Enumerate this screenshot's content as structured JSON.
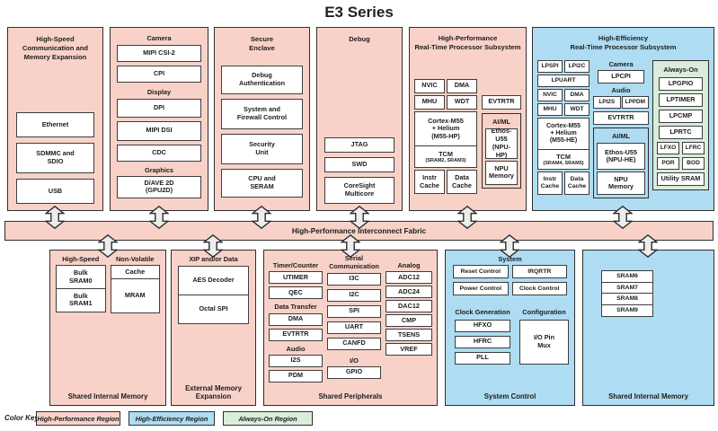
{
  "title": "E3 Series",
  "fabric": {
    "label": "High-Performance Interconnect Fabric"
  },
  "colors": {
    "high_performance": "#f8d2c8",
    "high_efficiency": "#aedcf2",
    "always_on": "#d9edda"
  },
  "top": {
    "hscomm": {
      "title": "High-Speed\nCommunication and\nMemory Expansion",
      "boxes": [
        "Ethernet",
        "SDMMC and\nSDIO",
        "USB"
      ]
    },
    "multimedia": {
      "camera_h": "Camera",
      "camera_boxes": [
        "MIPI CSI-2",
        "CPI"
      ],
      "display_h": "Display",
      "display_boxes": [
        "DPI",
        "MIPI DSI",
        "CDC"
      ],
      "graphics_h": "Graphics",
      "graphics_boxes": [
        "D/AVE 2D\n(GPU2D)"
      ]
    },
    "secure": {
      "title": "Secure\nEnclave",
      "boxes": [
        "Debug\nAuthentication",
        "System and\nFirewall Control",
        "Security\nUnit",
        "CPU and\nSERAM"
      ]
    },
    "debug": {
      "title": "Debug",
      "boxes": [
        "JTAG",
        "SWD",
        "CoreSight\nMulticore"
      ]
    },
    "hp": {
      "title": "High-Performance\nReal-Time Processor Subsystem",
      "nvic": "NVIC",
      "dma": "DMA",
      "mhu": "MHU",
      "wdt": "WDT",
      "cpu": "Cortex-M55\n+ Helium\n(M55-HP)",
      "tcm": "TCM",
      "tcm_sub": "(SRAM2, SRAM3)",
      "instr_cache": "Instr\nCache",
      "data_cache": "Data\nCache",
      "evtrtr": "EVTRTR",
      "aiml_h": "AI/ML",
      "npu": "Ethos-U55\n(NPU-HP)",
      "npu_memory": "NPU\nMemory"
    },
    "he": {
      "title": "High-Efficiency\nReal-Time Processor Subsystem",
      "lpspi": "LPSPI",
      "lpi2c": "LPI2C",
      "lpuart": "LPUART",
      "nvic": "NVIC",
      "dma": "DMA",
      "mhu": "MHU",
      "wdt": "WDT",
      "cpu": "Cortex-M55\n+ Helium\n(M55-HE)",
      "tcm": "TCM",
      "tcm_sub": "(SRAM4, SRAM5)",
      "instr_cache": "Instr\nCache",
      "data_cache": "Data\nCache",
      "camera_h": "Camera",
      "lpcpi": "LPCPI",
      "audio_h": "Audio",
      "lpi2s": "LPI2S",
      "lppdm": "LPPDM",
      "evtrtr": "EVTRTR",
      "aiml_h": "AI/ML",
      "npu": "Ethos-U55\n(NPU-HE)",
      "npu_memory": "NPU\nMemory",
      "always_on": {
        "h": "Always-On",
        "boxes": [
          "LPGPIO",
          "LPTIMER",
          "LPCMP",
          "LPRTC"
        ],
        "pairs": [
          "LFXO",
          "LFRC",
          "POR",
          "BOD"
        ],
        "utility": "Utility SRAM"
      }
    }
  },
  "bottom": {
    "mem1": {
      "hs_h": "High-Speed",
      "hs_boxes": [
        "Bulk\nSRAM0",
        "Bulk\nSRAM1"
      ],
      "nv_h": "Non-Volatile",
      "nv_boxes": [
        "Cache",
        "MRAM"
      ],
      "footer": "Shared Internal Memory"
    },
    "extmem": {
      "h": "XIP and/or Data",
      "boxes": [
        "AES Decoder",
        "Octal SPI"
      ],
      "footer": "External Memory\nExpansion"
    },
    "periph": {
      "timer_h": "Timer/Counter",
      "timer_boxes": [
        "UTIMER",
        "QEC"
      ],
      "dt_h": "Data Transfer",
      "dt_boxes": [
        "DMA",
        "EVTRTR"
      ],
      "audio_h": "Audio",
      "audio_boxes": [
        "I2S",
        "PDM"
      ],
      "serial_h": "Serial\nCommunication",
      "serial_boxes": [
        "I3C",
        "I2C",
        "SPI",
        "UART",
        "CANFD"
      ],
      "io_h": "I/O",
      "io_boxes": [
        "GPIO"
      ],
      "analog_h": "Analog",
      "analog_boxes": [
        "ADC12",
        "ADC24",
        "DAC12",
        "CMP",
        "TSENS",
        "VREF"
      ],
      "footer": "Shared Peripherals"
    },
    "sysctl": {
      "system_h": "System",
      "system_boxes": [
        "Reset Control",
        "IRQRTR",
        "Power Control",
        "Clock Control"
      ],
      "clkgen_h": "Clock Generation",
      "clkgen_boxes": [
        "HFXO",
        "HFRC",
        "PLL"
      ],
      "config_h": "Configuration",
      "config_box": "I/O Pin\nMux",
      "footer": "System Control"
    },
    "mem2": {
      "boxes": [
        "SRAM6",
        "SRAM7",
        "SRAM8",
        "SRAM9"
      ],
      "footer": "Shared Internal Memory"
    }
  },
  "color_key": {
    "label": "Color Key:",
    "items": [
      {
        "label": "High-Performance Region",
        "color": "#f8d2c8"
      },
      {
        "label": "High-Efficiency Region",
        "color": "#aedcf2"
      },
      {
        "label": "Always-On Region",
        "color": "#d9edda"
      }
    ]
  }
}
